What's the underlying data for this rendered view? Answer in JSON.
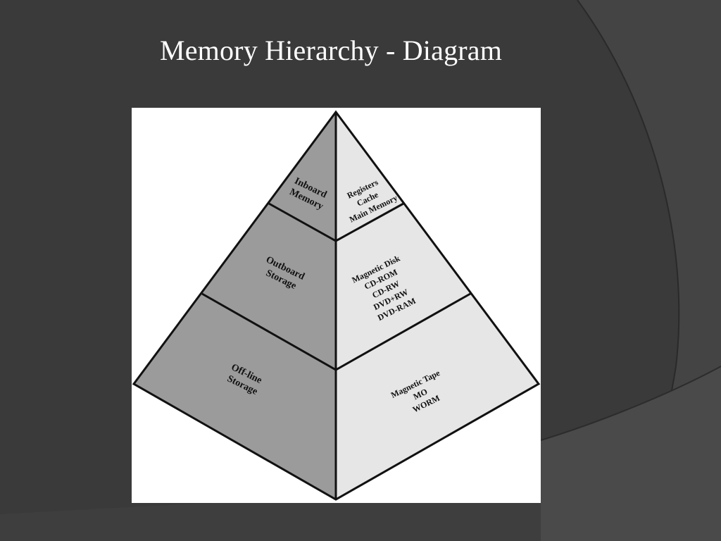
{
  "slide": {
    "title": "Memory Hierarchy - Diagram"
  },
  "diagram": {
    "left_face": {
      "tiers": [
        {
          "lines": [
            "Inboard",
            "Memory"
          ]
        },
        {
          "lines": [
            "Outboard",
            "Storage"
          ]
        },
        {
          "lines": [
            "Off-line",
            "Storage"
          ]
        }
      ]
    },
    "right_face": {
      "tiers": [
        {
          "lines": [
            "Registers",
            "Cache",
            "Main Memory"
          ]
        },
        {
          "lines": [
            "Magnetic Disk",
            "CD-ROM",
            "CD-RW",
            "DVD+RW",
            "DVD-RAM"
          ]
        },
        {
          "lines": [
            "Magnetic Tape",
            "MO",
            "WORM"
          ]
        }
      ]
    },
    "colors": {
      "left_face": "#9b9b9b",
      "right_face": "#e6e6e6",
      "edges": "#111111"
    }
  }
}
